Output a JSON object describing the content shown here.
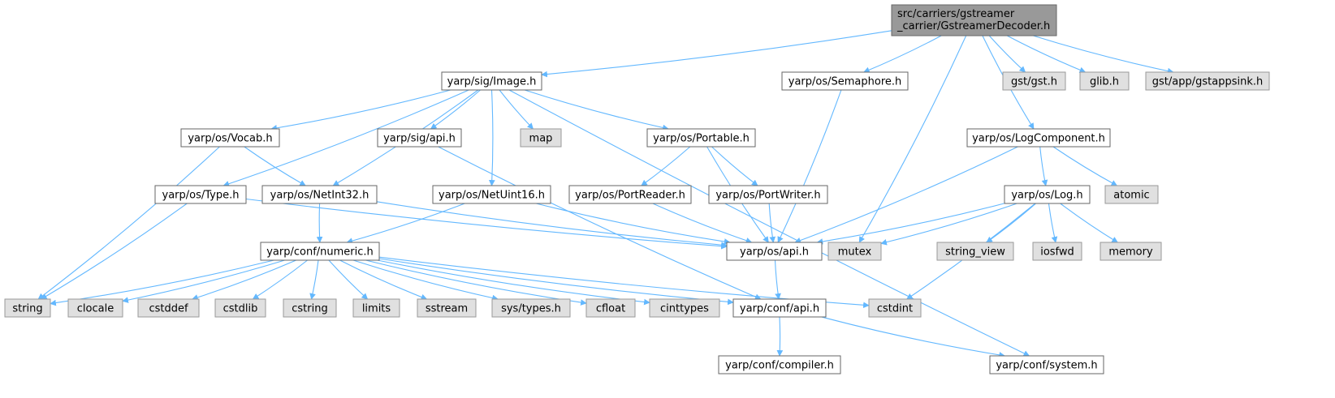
{
  "graph": {
    "colors": {
      "root_fill": "#999999",
      "project_fill": "#ffffff",
      "project_stroke": "#666666",
      "system_fill": "#e0e0e0",
      "system_stroke": "#999999",
      "edge": "#63b8ff",
      "text": "#000000"
    },
    "nodes": [
      {
        "id": "root",
        "kind": "root",
        "lines": [
          "src/carriers/gstreamer",
          "_carrier/GstreamerDecoder.h"
        ]
      },
      {
        "id": "image",
        "kind": "project",
        "lines": [
          "yarp/sig/Image.h"
        ]
      },
      {
        "id": "semaphore",
        "kind": "project",
        "lines": [
          "yarp/os/Semaphore.h"
        ]
      },
      {
        "id": "gst",
        "kind": "system",
        "lines": [
          "gst/gst.h"
        ]
      },
      {
        "id": "glib",
        "kind": "system",
        "lines": [
          "glib.h"
        ]
      },
      {
        "id": "gstappsink",
        "kind": "system",
        "lines": [
          "gst/app/gstappsink.h"
        ]
      },
      {
        "id": "vocab",
        "kind": "project",
        "lines": [
          "yarp/os/Vocab.h"
        ]
      },
      {
        "id": "sigapi",
        "kind": "project",
        "lines": [
          "yarp/sig/api.h"
        ]
      },
      {
        "id": "map",
        "kind": "system",
        "lines": [
          "map"
        ]
      },
      {
        "id": "portable",
        "kind": "project",
        "lines": [
          "yarp/os/Portable.h"
        ]
      },
      {
        "id": "logcomponent",
        "kind": "project",
        "lines": [
          "yarp/os/LogComponent.h"
        ]
      },
      {
        "id": "type",
        "kind": "project",
        "lines": [
          "yarp/os/Type.h"
        ]
      },
      {
        "id": "netint32",
        "kind": "project",
        "lines": [
          "yarp/os/NetInt32.h"
        ]
      },
      {
        "id": "netuint16",
        "kind": "project",
        "lines": [
          "yarp/os/NetUint16.h"
        ]
      },
      {
        "id": "portreader",
        "kind": "project",
        "lines": [
          "yarp/os/PortReader.h"
        ]
      },
      {
        "id": "portwriter",
        "kind": "project",
        "lines": [
          "yarp/os/PortWriter.h"
        ]
      },
      {
        "id": "log",
        "kind": "project",
        "lines": [
          "yarp/os/Log.h"
        ]
      },
      {
        "id": "atomic",
        "kind": "system",
        "lines": [
          "atomic"
        ]
      },
      {
        "id": "numeric",
        "kind": "project",
        "lines": [
          "yarp/conf/numeric.h"
        ]
      },
      {
        "id": "osapi",
        "kind": "project",
        "lines": [
          "yarp/os/api.h"
        ]
      },
      {
        "id": "mutex",
        "kind": "system",
        "lines": [
          "mutex"
        ]
      },
      {
        "id": "string_view",
        "kind": "system",
        "lines": [
          "string_view"
        ]
      },
      {
        "id": "iosfwd",
        "kind": "system",
        "lines": [
          "iosfwd"
        ]
      },
      {
        "id": "memory",
        "kind": "system",
        "lines": [
          "memory"
        ]
      },
      {
        "id": "string",
        "kind": "system",
        "lines": [
          "string"
        ]
      },
      {
        "id": "clocale",
        "kind": "system",
        "lines": [
          "clocale"
        ]
      },
      {
        "id": "cstddef",
        "kind": "system",
        "lines": [
          "cstddef"
        ]
      },
      {
        "id": "cstdlib",
        "kind": "system",
        "lines": [
          "cstdlib"
        ]
      },
      {
        "id": "cstring",
        "kind": "system",
        "lines": [
          "cstring"
        ]
      },
      {
        "id": "limits",
        "kind": "system",
        "lines": [
          "limits"
        ]
      },
      {
        "id": "sstream",
        "kind": "system",
        "lines": [
          "sstream"
        ]
      },
      {
        "id": "systypes",
        "kind": "system",
        "lines": [
          "sys/types.h"
        ]
      },
      {
        "id": "cfloat",
        "kind": "system",
        "lines": [
          "cfloat"
        ]
      },
      {
        "id": "cinttypes",
        "kind": "system",
        "lines": [
          "cinttypes"
        ]
      },
      {
        "id": "confapi",
        "kind": "project",
        "lines": [
          "yarp/conf/api.h"
        ]
      },
      {
        "id": "cstdint",
        "kind": "system",
        "lines": [
          "cstdint"
        ]
      },
      {
        "id": "compiler",
        "kind": "project",
        "lines": [
          "yarp/conf/compiler.h"
        ]
      },
      {
        "id": "system",
        "kind": "project",
        "lines": [
          "yarp/conf/system.h"
        ]
      }
    ],
    "edges": [
      [
        "root",
        "image"
      ],
      [
        "root",
        "semaphore"
      ],
      [
        "root",
        "mutex"
      ],
      [
        "root",
        "logcomponent"
      ],
      [
        "root",
        "gst"
      ],
      [
        "root",
        "glib"
      ],
      [
        "root",
        "gstappsink"
      ],
      [
        "image",
        "vocab"
      ],
      [
        "image",
        "type"
      ],
      [
        "image",
        "netint32"
      ],
      [
        "image",
        "sigapi"
      ],
      [
        "image",
        "netuint16"
      ],
      [
        "image",
        "map"
      ],
      [
        "image",
        "portable"
      ],
      [
        "image",
        "system"
      ],
      [
        "semaphore",
        "osapi"
      ],
      [
        "vocab",
        "string"
      ],
      [
        "vocab",
        "netint32"
      ],
      [
        "type",
        "string"
      ],
      [
        "type",
        "osapi"
      ],
      [
        "netint32",
        "numeric"
      ],
      [
        "netint32",
        "osapi"
      ],
      [
        "sigapi",
        "confapi"
      ],
      [
        "netuint16",
        "numeric"
      ],
      [
        "netuint16",
        "osapi"
      ],
      [
        "portable",
        "portreader"
      ],
      [
        "portable",
        "portwriter"
      ],
      [
        "portable",
        "osapi"
      ],
      [
        "portreader",
        "osapi"
      ],
      [
        "portwriter",
        "osapi"
      ],
      [
        "logcomponent",
        "osapi"
      ],
      [
        "logcomponent",
        "log"
      ],
      [
        "logcomponent",
        "atomic"
      ],
      [
        "log",
        "osapi"
      ],
      [
        "log",
        "mutex"
      ],
      [
        "log",
        "cstdint"
      ],
      [
        "log",
        "string_view"
      ],
      [
        "log",
        "iosfwd"
      ],
      [
        "log",
        "memory"
      ],
      [
        "numeric",
        "string"
      ],
      [
        "numeric",
        "clocale"
      ],
      [
        "numeric",
        "cstddef"
      ],
      [
        "numeric",
        "cstdlib"
      ],
      [
        "numeric",
        "cstring"
      ],
      [
        "numeric",
        "limits"
      ],
      [
        "numeric",
        "sstream"
      ],
      [
        "numeric",
        "systypes"
      ],
      [
        "numeric",
        "cfloat"
      ],
      [
        "numeric",
        "cinttypes"
      ],
      [
        "numeric",
        "confapi"
      ],
      [
        "numeric",
        "cstdint"
      ],
      [
        "osapi",
        "confapi"
      ],
      [
        "confapi",
        "compiler"
      ],
      [
        "confapi",
        "system"
      ]
    ]
  }
}
